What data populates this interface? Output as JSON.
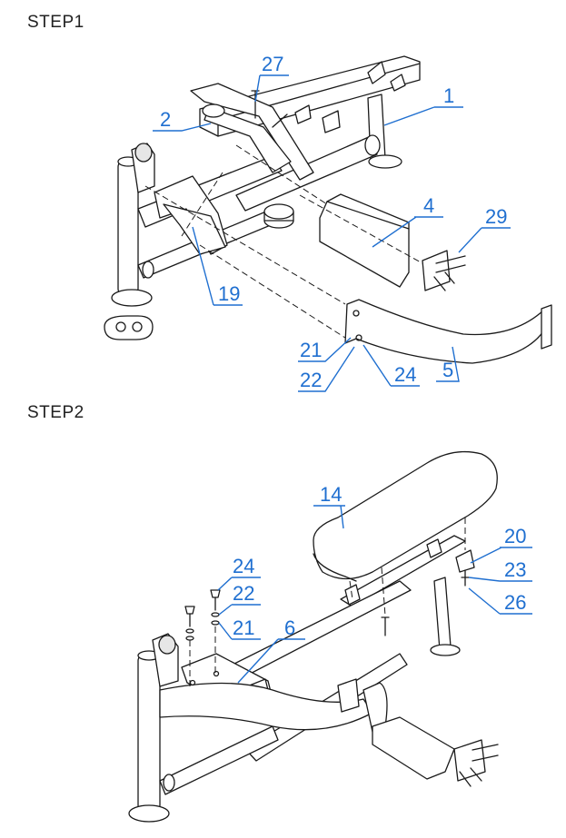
{
  "steps": [
    {
      "title": "STEP1",
      "callouts": [
        "27",
        "1",
        "2",
        "4",
        "29",
        "19",
        "21",
        "22",
        "24",
        "5"
      ]
    },
    {
      "title": "STEP2",
      "callouts": [
        "14",
        "20",
        "23",
        "26",
        "24",
        "22",
        "21",
        "6"
      ]
    }
  ],
  "colors": {
    "callout": "#1f6fd0",
    "line": "#1a1a1a"
  }
}
